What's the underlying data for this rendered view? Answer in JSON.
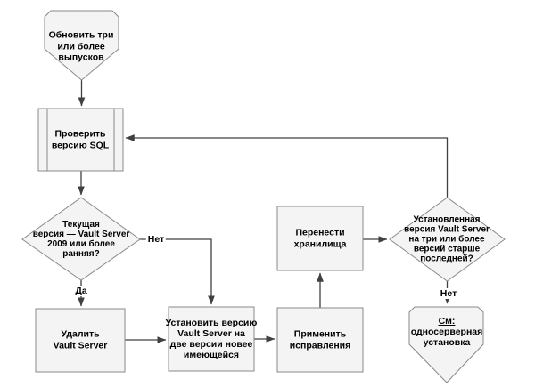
{
  "colors": {
    "background": "#ffffff",
    "shape_fill": "#f4f4f4",
    "shape_border": "#8a8a8a",
    "connector": "#404040",
    "text": "#000000"
  },
  "nodes": {
    "update_three_releases": {
      "type": "off-page-connector",
      "lines": [
        "Обновить три",
        "или более",
        "выпусков"
      ]
    },
    "check_sql_version": {
      "type": "predefined-process",
      "lines": [
        "Проверить",
        "версию SQL"
      ]
    },
    "version_2009_or_earlier": {
      "type": "decision",
      "lines": [
        "Текущая",
        "версия — Vault Server",
        "2009 или более",
        "ранняя?"
      ]
    },
    "uninstall_vault_server": {
      "type": "process",
      "lines": [
        "Удалить",
        "Vault Server"
      ]
    },
    "install_two_versions_newer": {
      "type": "process",
      "lines": [
        "Установить версию",
        "Vault Server на",
        "две версии новее",
        "имеющейся"
      ]
    },
    "apply_fixes": {
      "type": "process",
      "lines": [
        "Применить",
        "исправления"
      ]
    },
    "migrate_vaults": {
      "type": "process",
      "lines": [
        "Перенести",
        "хранилища"
      ]
    },
    "three_or_more_versions_behind": {
      "type": "decision",
      "lines": [
        "Установленная",
        "версия Vault Server",
        "на три или более",
        "версий старше",
        "последней?"
      ]
    },
    "see_single_server_install": {
      "type": "off-page-connector",
      "link_text": "См:",
      "lines": [
        "односерверная",
        "установка"
      ]
    }
  },
  "edge_labels": {
    "yes": "Да",
    "no_left": "Нет",
    "no_right": "Нет"
  }
}
